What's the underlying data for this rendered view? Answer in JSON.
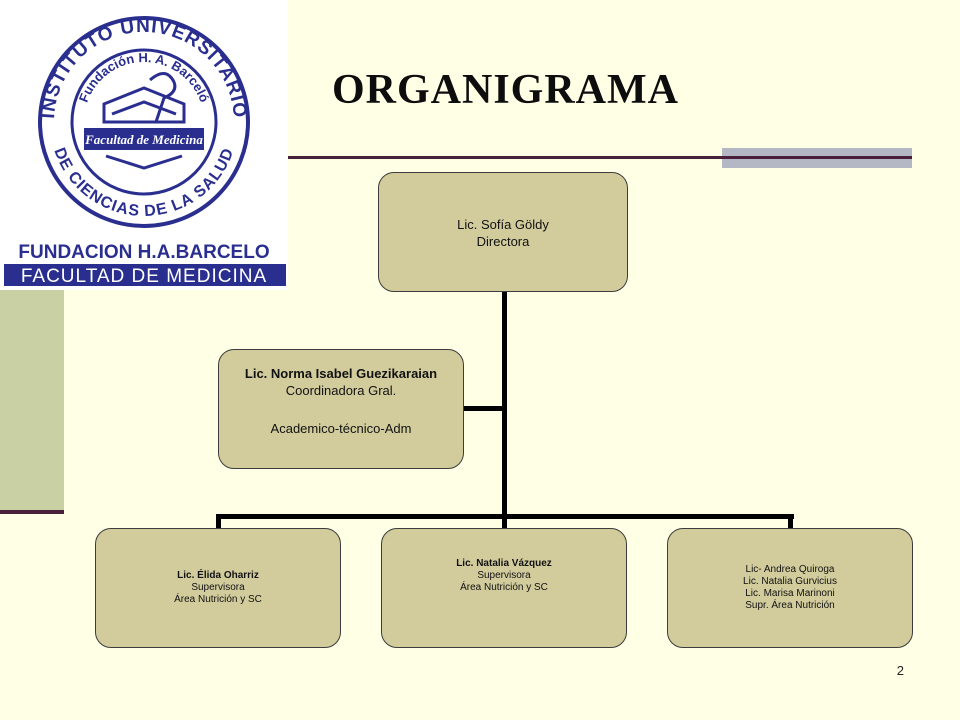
{
  "title": "ORGANIGRAMA",
  "logo": {
    "ring_text_outer": "INSTITUTO UNIVERSITARIO DE CIENCIAS DE LA SALUD",
    "ring_text_inner": "Fundación H. A. Barceló",
    "banner_text": "Facultad de Medicina",
    "caption_line1": "FUNDACION H.A.BARCELO",
    "caption_line2": "FACULTAD DE MEDICINA",
    "color": "#2a2f8f"
  },
  "org": {
    "director": {
      "name": "Lic. Sofía Göldy",
      "role": "Directora"
    },
    "coordinator": {
      "name": "Lic. Norma Isabel Guezikaraian",
      "role": "Coordinadora Gral.",
      "area": "Academico-técnico-Adm"
    },
    "supervisors": [
      {
        "name": "Lic. Élida Oharriz",
        "role": "Supervisora",
        "area": "Área Nutrición y  SC"
      },
      {
        "name": "Lic. Natalia Vázquez",
        "role": "Supervisora",
        "area": "Área Nutrición y SC"
      },
      {
        "lines": [
          "Lic- Andrea Quiroga",
          "Lic. Natalia Gurvicius",
          "Lic. Marisa Marinoni",
          "Supr. Área Nutrición"
        ]
      }
    ]
  },
  "page_number": "2",
  "colors": {
    "background": "#ffffe5",
    "box_fill": "#d2cc9c",
    "accent_bar": "#c8d0a4",
    "rule": "#4a1f3a"
  }
}
